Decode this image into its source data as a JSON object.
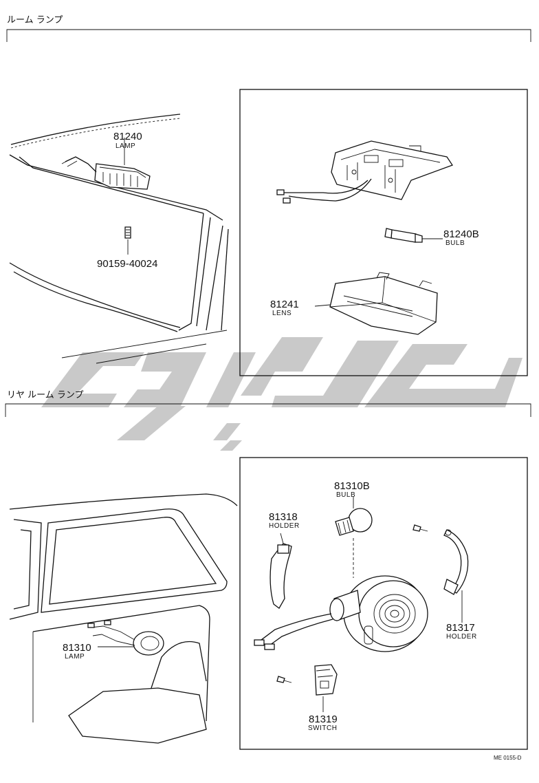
{
  "sections": [
    {
      "title": "ルーム ランプ"
    },
    {
      "title": "リヤ ルーム ランプ"
    }
  ],
  "parts": {
    "p81240": {
      "number": "81240",
      "name": "LAMP"
    },
    "p90159": {
      "number": "90159-40024"
    },
    "p81240b": {
      "number": "81240B",
      "name": "BULB"
    },
    "p81241": {
      "number": "81241",
      "name": "LENS"
    },
    "p81310b": {
      "number": "81310B",
      "name": "BULB"
    },
    "p81318": {
      "number": "81318",
      "name": "HOLDER"
    },
    "p81310": {
      "number": "81310",
      "name": "LAMP"
    },
    "p81317": {
      "number": "81317",
      "name": "HOLDER"
    },
    "p81319": {
      "number": "81319",
      "name": "SWITCH"
    }
  },
  "footer": {
    "code": "ME 0155-D"
  },
  "colors": {
    "line": "#111111",
    "watermark": "#c9c9c9",
    "background": "#ffffff"
  }
}
